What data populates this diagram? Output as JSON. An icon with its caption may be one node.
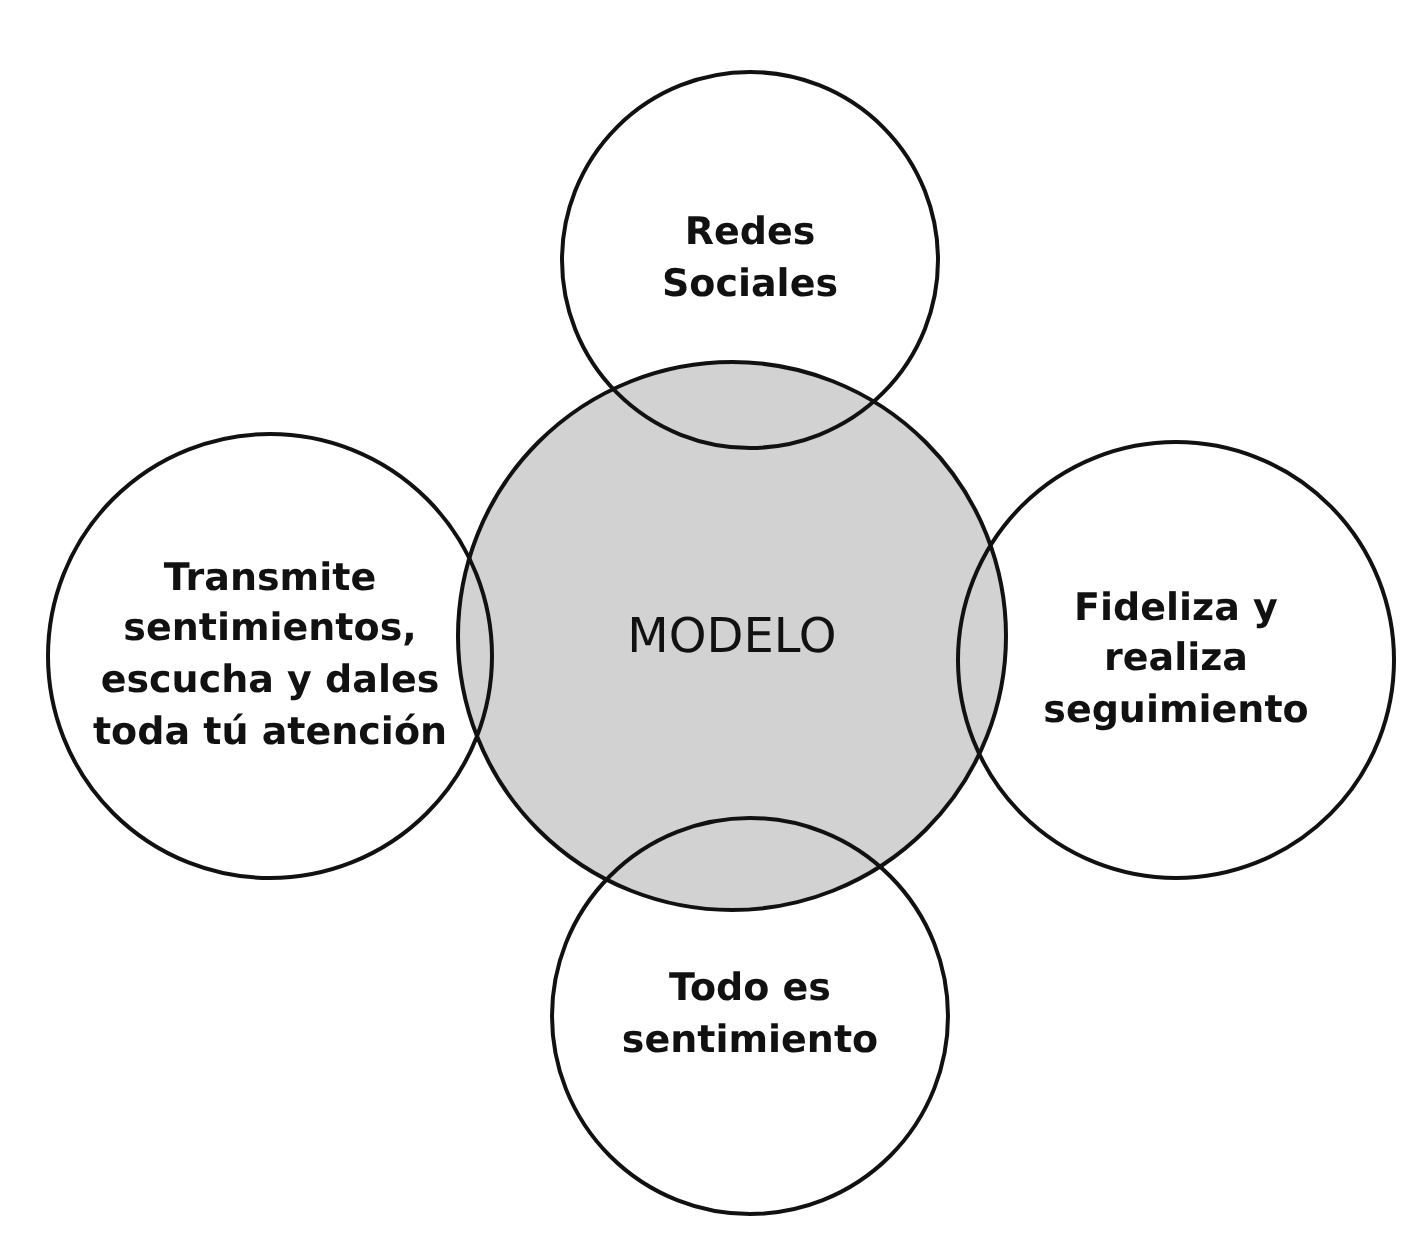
{
  "diagram": {
    "nodes": [
      {
        "text": [
          "Redes Sociales"
        ]
      },
      {
        "text": [
          "Transmite sentimientos, escucha y dales toda tú atención"
        ]
      },
      {
        "text": [
          "MODELO"
        ]
      },
      {
        "text": [
          "Fideliza y realiza seguimiento"
        ]
      },
      {
        "text": [
          "Todo es sentimiento"
        ]
      }
    ]
  }
}
